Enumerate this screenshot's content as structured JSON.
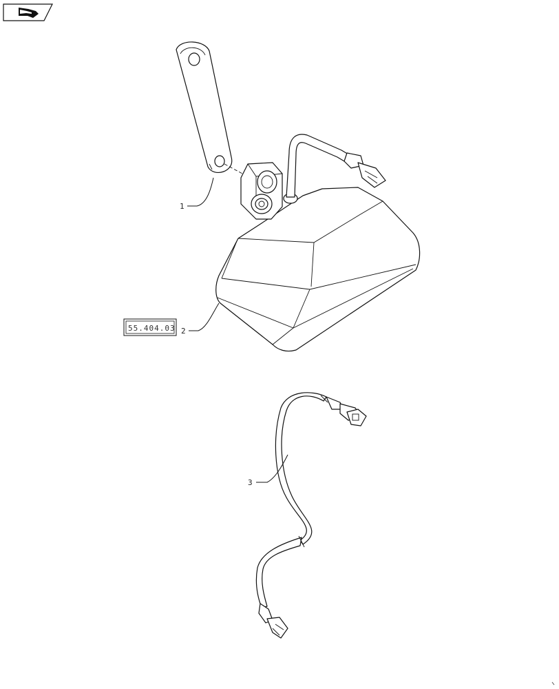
{
  "nav_icon": "back-arrow-icon",
  "reference_box": {
    "text": "55.404.03"
  },
  "callouts": [
    {
      "id": "callout-1",
      "number": "1"
    },
    {
      "id": "callout-2",
      "number": "2"
    },
    {
      "id": "callout-3",
      "number": "3"
    }
  ]
}
